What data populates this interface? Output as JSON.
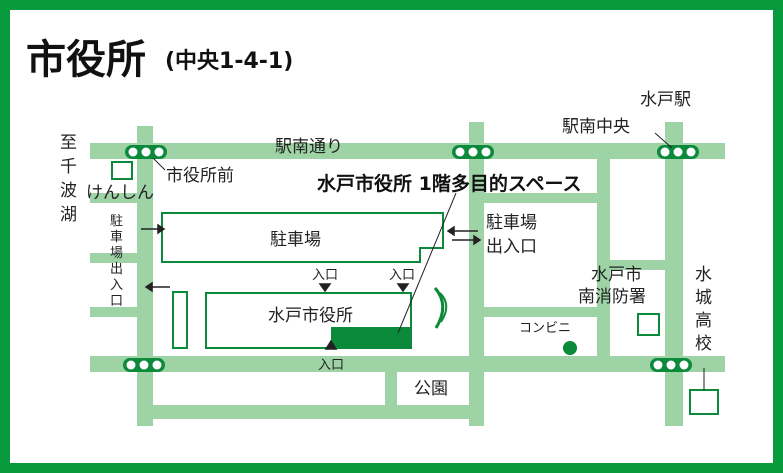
{
  "title": {
    "main": "市役所",
    "address": "(中央1-4-1)"
  },
  "roads": {
    "ekinan_dori": "駅南通り"
  },
  "intersections": {
    "shiyakusho_mae": "市役所前",
    "ekinan_chuo": "駅南中央",
    "mito_station": "水戸駅"
  },
  "places": {
    "shichi_nami": [
      "至",
      "千",
      "波",
      "湖"
    ],
    "kenshin": "けんしん",
    "parking": "駐車場",
    "parking_left_entrance": [
      "駐",
      "車",
      "場",
      "出",
      "入",
      "口"
    ],
    "parking_right_entrance": [
      "駐車場",
      "出入口"
    ],
    "city_hall": "水戸市役所",
    "hall_callout": "水戸市役所 1階多目的スペース",
    "entrance": "入口",
    "fire_station": [
      "水戸市",
      "南消防署"
    ],
    "convenience": "コンビニ",
    "park": "公園",
    "high_school": [
      "水",
      "城",
      "高",
      "校"
    ]
  },
  "colors": {
    "frame": "#0a9a3e",
    "road": "#9ed3a6",
    "accent": "#0a8a3a"
  }
}
